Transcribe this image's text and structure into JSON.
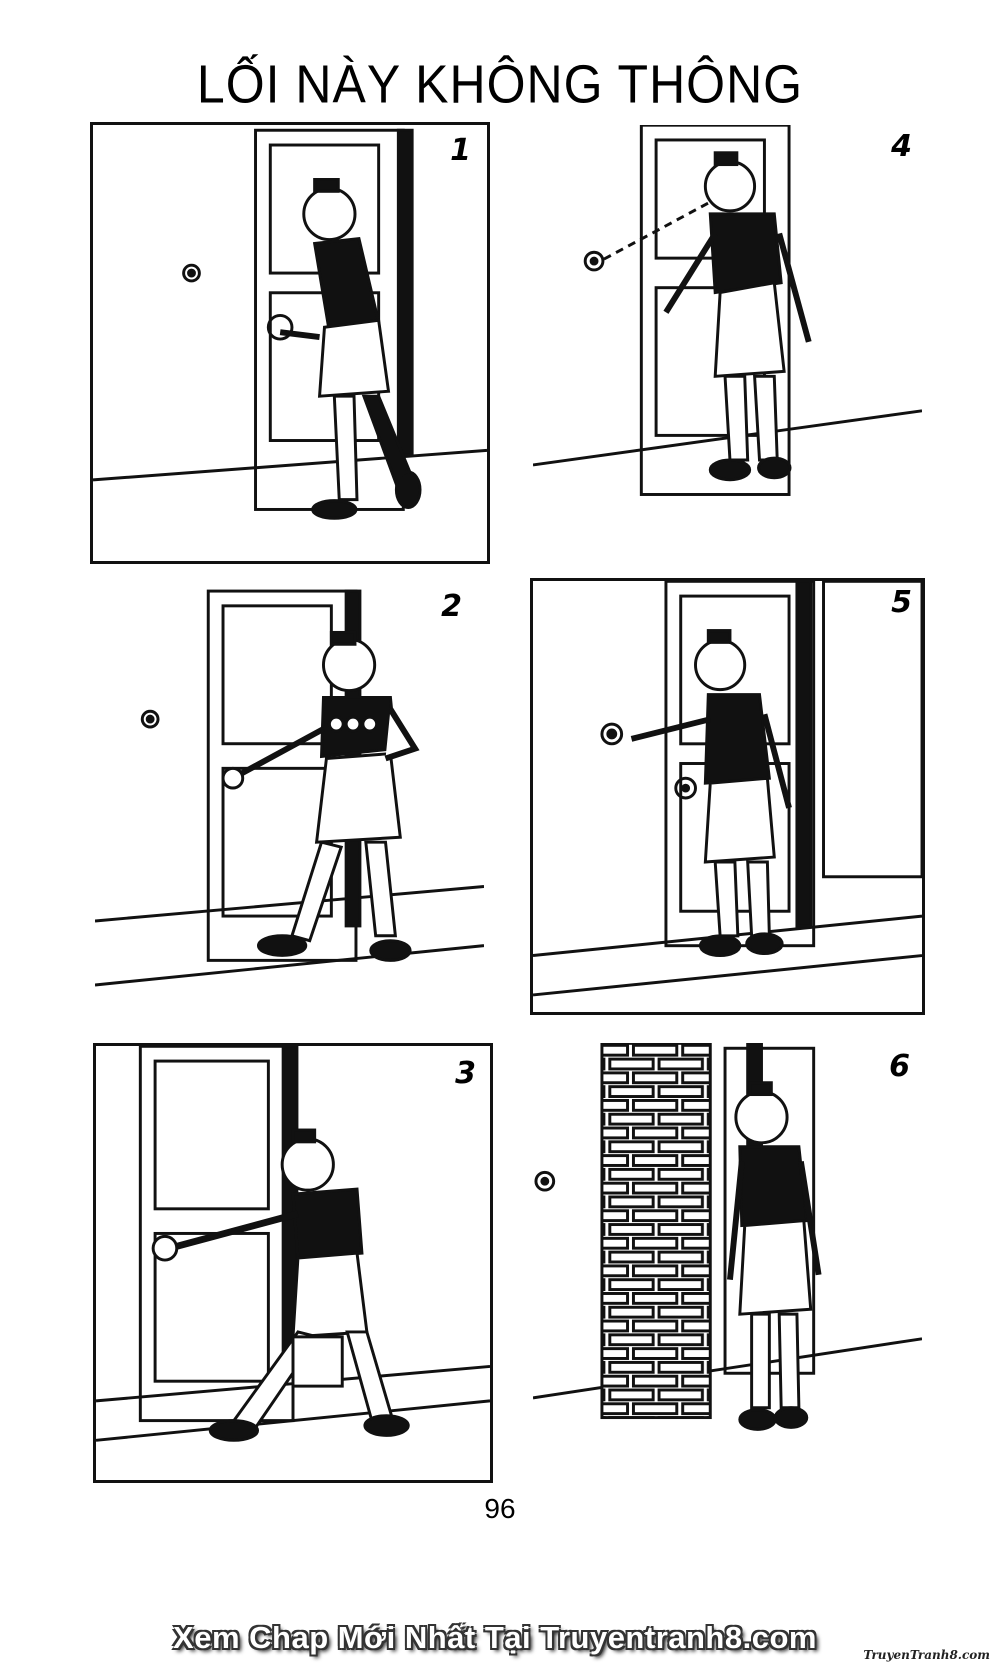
{
  "page": {
    "title": "LỐI NÀY KHÔNG THÔNG",
    "page_number": "96",
    "promo_text": "Xem Chap Mới Nhất Tại Truyentranh8.com",
    "signature": "TruyenTranh8.com"
  },
  "panels": [
    {
      "id": "1",
      "number": "1"
    },
    {
      "id": "2",
      "number": "2"
    },
    {
      "id": "3",
      "number": "3"
    },
    {
      "id": "4",
      "number": "4"
    },
    {
      "id": "5",
      "number": "5"
    },
    {
      "id": "6",
      "number": "6"
    }
  ],
  "colors": {
    "ink": "#111111",
    "paper": "#ffffff"
  }
}
